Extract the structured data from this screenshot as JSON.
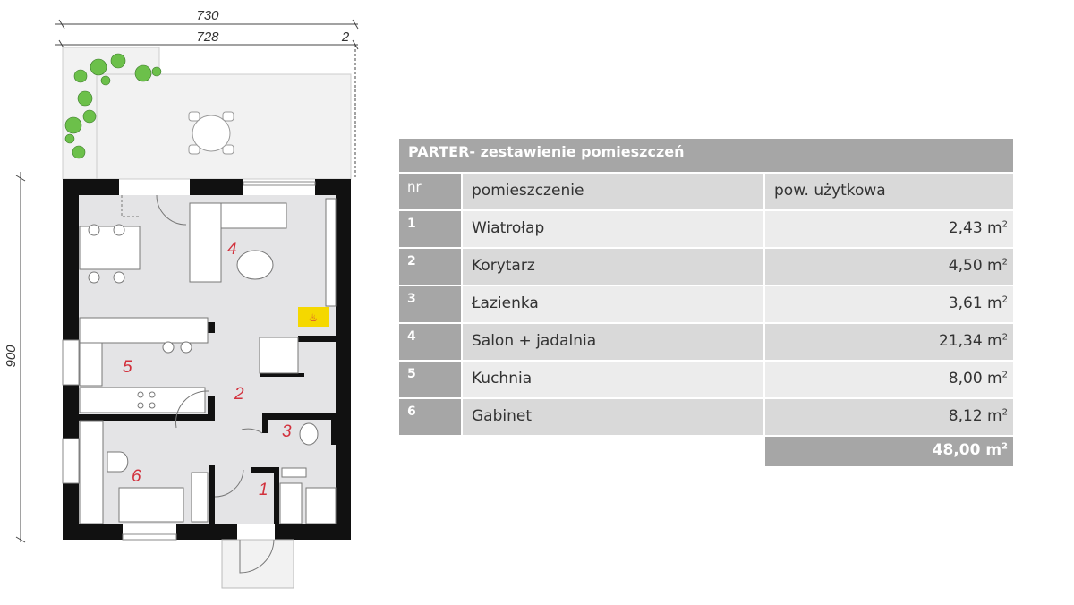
{
  "plan": {
    "dimensions": {
      "total_width": "730",
      "inner_width": "728",
      "offset": "2",
      "depth": "900"
    },
    "room_labels": [
      "1",
      "2",
      "3",
      "4",
      "5",
      "6"
    ]
  },
  "table": {
    "title": "PARTER- zestawienie pomieszczeń",
    "headers": {
      "nr": "nr",
      "room": "pomieszczenie",
      "area": "pow. użytkowa"
    },
    "rows": [
      {
        "nr": "1",
        "room": "Wiatrołap",
        "area": "2,43 m",
        "unit_exp": "2"
      },
      {
        "nr": "2",
        "room": "Korytarz",
        "area": "4,50 m",
        "unit_exp": "2"
      },
      {
        "nr": "3",
        "room": "Łazienka",
        "area": "3,61 m",
        "unit_exp": "2"
      },
      {
        "nr": "4",
        "room": "Salon + jadalnia",
        "area": "21,34 m",
        "unit_exp": "2"
      },
      {
        "nr": "5",
        "room": "Kuchnia",
        "area": "8,00 m",
        "unit_exp": "2"
      },
      {
        "nr": "6",
        "room": "Gabinet",
        "area": "8,12 m",
        "unit_exp": "2"
      }
    ],
    "total": {
      "area": "48,00 m",
      "unit_exp": "2"
    }
  },
  "colors": {
    "wall": "#111111",
    "floor": "#e4e4e6",
    "label": "#d2303c",
    "fireplace": "#f5d800",
    "table_dark": "#a6a6a6"
  }
}
